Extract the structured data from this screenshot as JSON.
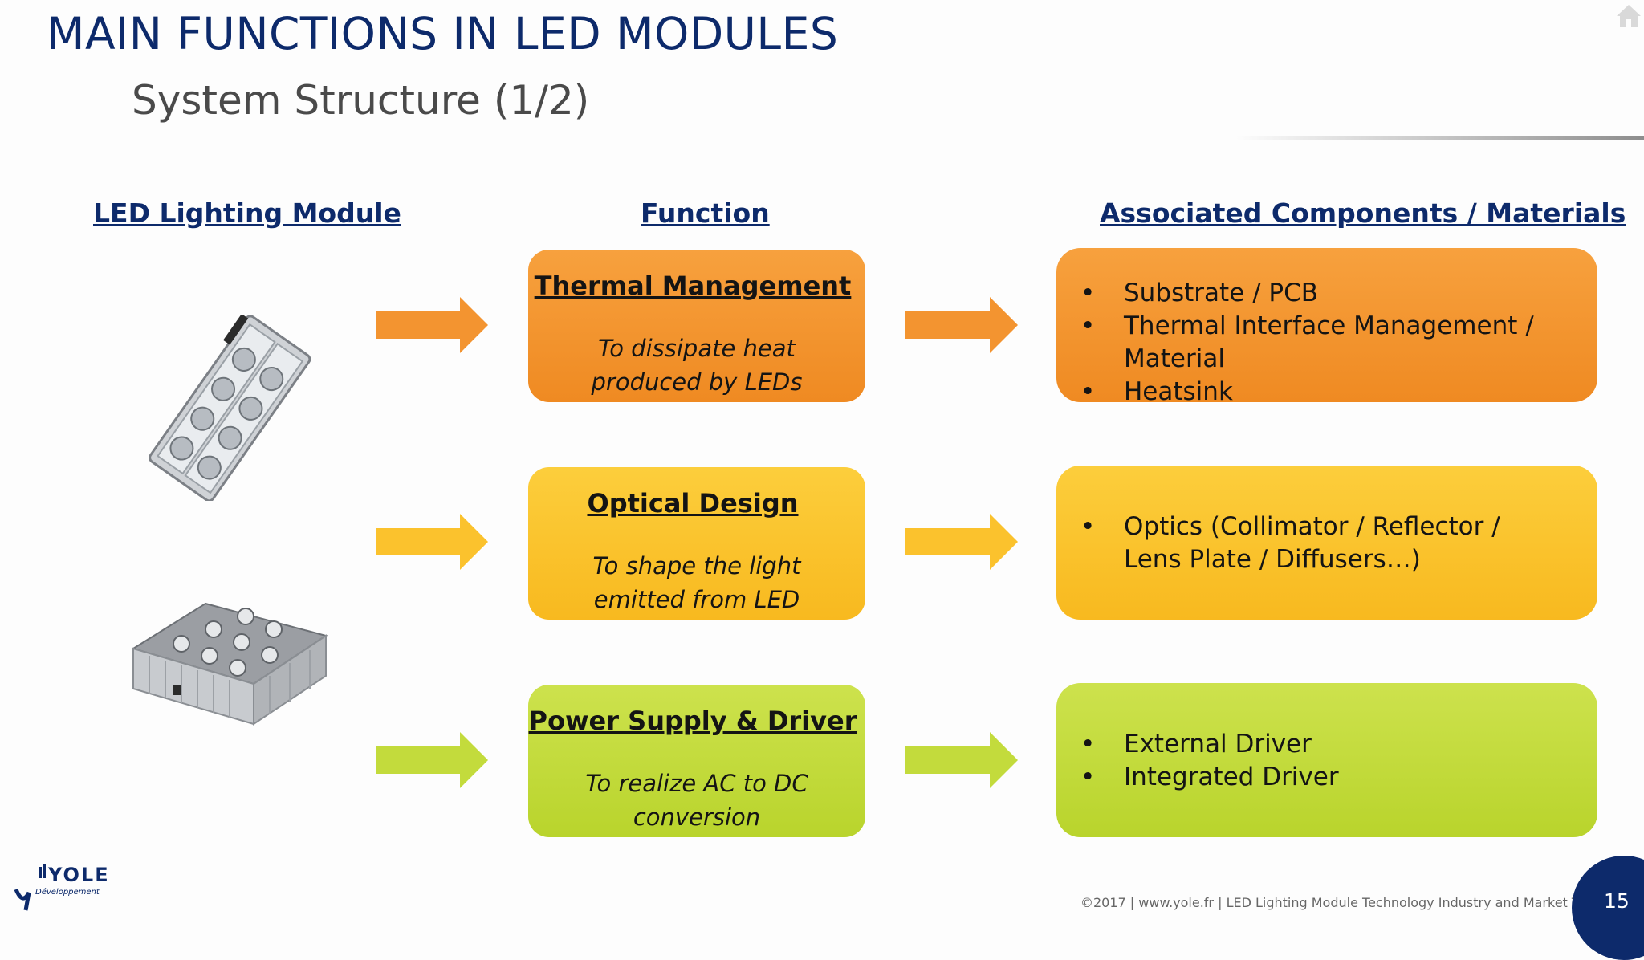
{
  "header": {
    "title": "MAIN FUNCTIONS IN LED MODULES",
    "subtitle": "System Structure (1/2)"
  },
  "columns": {
    "module": "LED Lighting Module",
    "function": "Function",
    "components": "Associated Components / Materials"
  },
  "rows": [
    {
      "function_title": "Thermal Management",
      "function_desc": "To dissipate heat produced by LEDs",
      "components": [
        "Substrate / PCB",
        "Thermal Interface Management / Material",
        "Heatsink"
      ],
      "color": "#f39430"
    },
    {
      "function_title": "Optical Design",
      "function_desc": "To shape the light emitted from LED",
      "components": [
        "Optics (Collimator / Reflector / Lens Plate / Diffusers…)"
      ],
      "color": "#fbc22d"
    },
    {
      "function_title": "Power Supply & Driver",
      "function_desc": "To realize AC to DC conversion",
      "components": [
        "External Driver",
        "Integrated Driver"
      ],
      "color": "#c3db3c"
    }
  ],
  "footer": {
    "copyright": "©2017 | www.yole.fr | LED Lighting Module Technology Industry and Market Trends",
    "page_number": "15"
  },
  "logo": {
    "text": "YOLE",
    "subtext": "Développement"
  },
  "icons": [
    "home-icon",
    "arrow-right-icon",
    "led-module-photo",
    "yole-logo"
  ],
  "colors": {
    "title": "#0d2a6b",
    "orange": "#f39430",
    "yellow": "#fbc22d",
    "green": "#c3db3c",
    "page_badge": "#0d2a6b"
  }
}
